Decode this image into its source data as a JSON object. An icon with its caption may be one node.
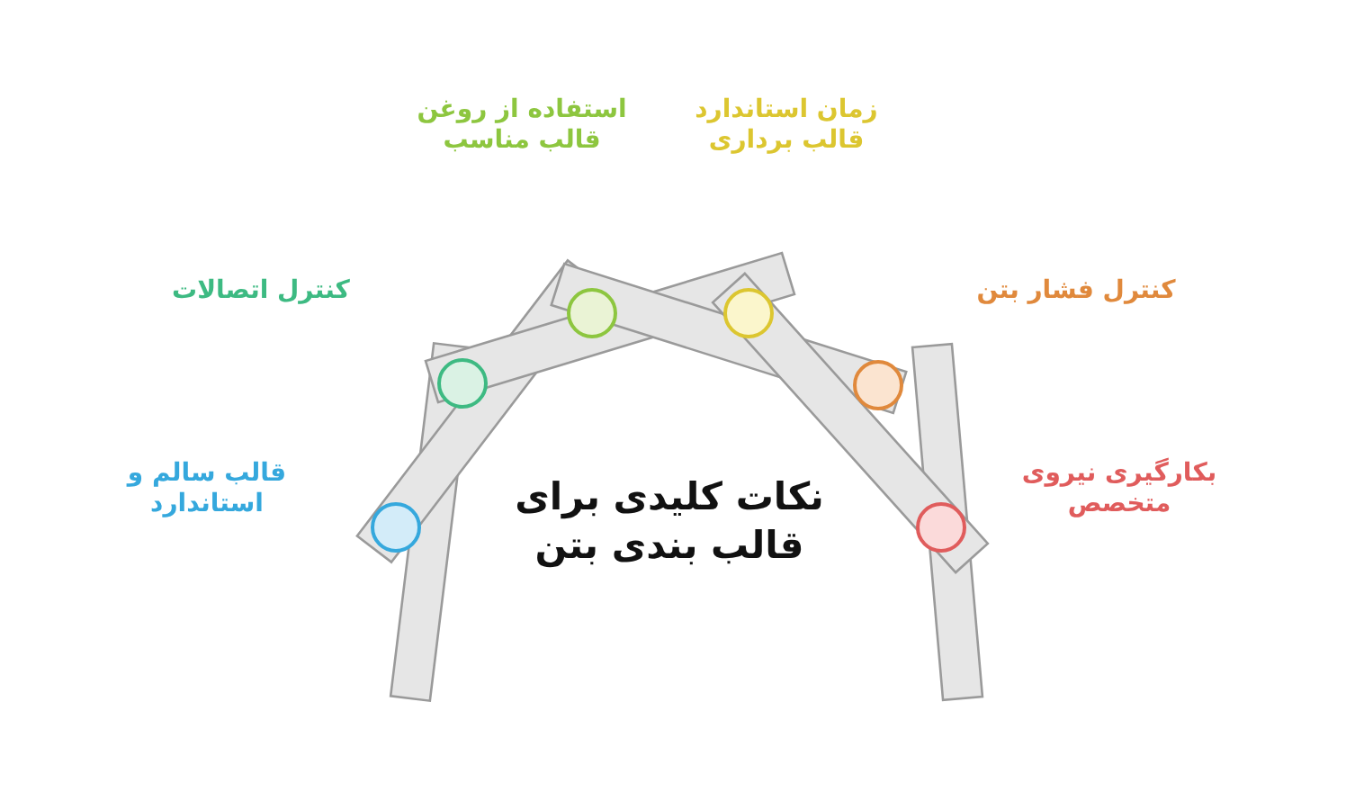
{
  "diagram": {
    "title": "نکات کلیدی برای قالب بندی بتن",
    "labels": [
      "زمان استاندارد قالب برداری",
      "استفاده از روغن قالب مناسب",
      "کنترل فشار بتن",
      "کنترل اتصالات",
      "بکارگیری نیروی متخصص",
      "قالب سالم و استاندارد"
    ]
  }
}
